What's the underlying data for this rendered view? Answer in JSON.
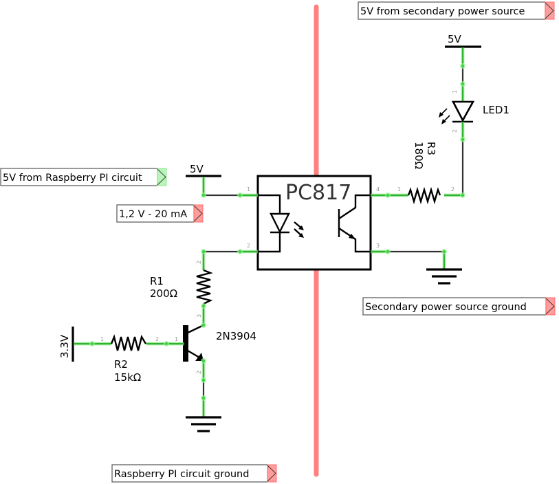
{
  "diagram": {
    "type": "circuit-schematic",
    "title": "Optocoupler isolation circuit"
  },
  "net_labels": {
    "rpi_5v": "5V from Raspberry PI circuit",
    "led_current": "1,2 V - 20 mA",
    "secondary_5v": "5V from secondary power source",
    "secondary_ground": "Secondary power source ground",
    "rpi_ground": "Raspberry PI circuit ground"
  },
  "net_label_colors": {
    "input_flag": "#b8f5b8",
    "output_flag": "#ff9c9c",
    "isolation_line": "#ff6b6b",
    "connected_leg": "#2db52d"
  },
  "power_symbols": {
    "rpi_5v": "5V",
    "secondary_5v": "5V",
    "logic_3v3": "3.3V"
  },
  "components": {
    "optocoupler": {
      "name": "PC817",
      "pins": [
        "1",
        "2",
        "3",
        "4"
      ]
    },
    "r1": {
      "ref": "R1",
      "value": "200Ω",
      "pins": [
        "2",
        "3"
      ]
    },
    "r2": {
      "ref": "R2",
      "value": "15kΩ",
      "pins": [
        "1",
        "2"
      ]
    },
    "r3": {
      "ref": "R3",
      "value": "180Ω",
      "pins": [
        "1",
        "2"
      ]
    },
    "q1": {
      "ref": "2N3904",
      "pins": [
        "1",
        "2"
      ]
    },
    "led1": {
      "ref": "LED1",
      "pins": [
        "1",
        "2"
      ]
    }
  }
}
